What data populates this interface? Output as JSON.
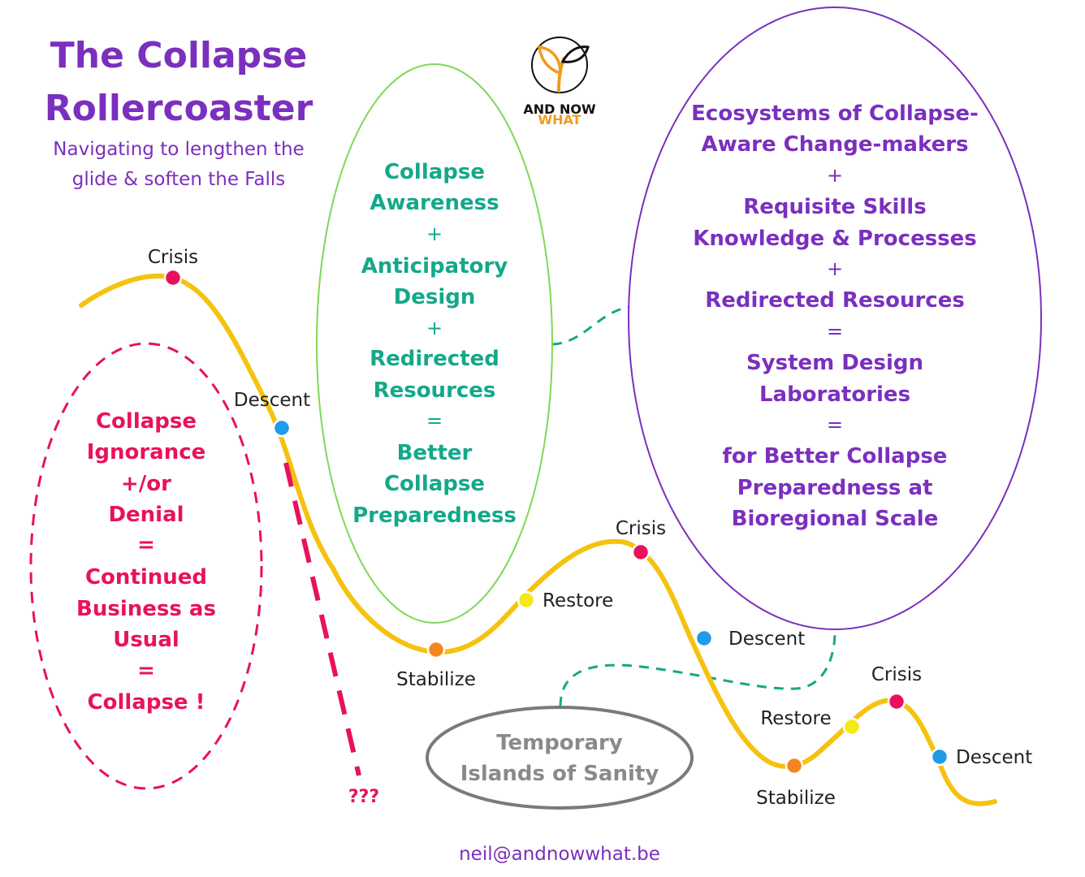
{
  "title": {
    "line1": "The Collapse",
    "line2": "Rollercoaster"
  },
  "subtitle": {
    "line1": "Navigating to lengthen the",
    "line2": "glide & soften the Falls"
  },
  "logo": {
    "icon": "sprout-icon",
    "line1": "AND NOW",
    "line2": "WHAT"
  },
  "green_ellipse": {
    "lines": [
      "Collapse",
      "Awareness",
      "+",
      "Anticipatory",
      "Design",
      "+",
      "Redirected",
      "Resources",
      "=",
      "Better",
      "Collapse",
      "Preparedness"
    ]
  },
  "purple_ellipse": {
    "lines": [
      "Ecosystems of Collapse-",
      "Aware Change-makers",
      "+",
      "Requisite Skills",
      "Knowledge & Processes",
      "+",
      "Redirected Resources",
      "=",
      "System Design",
      "Laboratories",
      "=",
      "for Better Collapse",
      "Preparedness at",
      "Bioregional Scale"
    ]
  },
  "pink_ellipse": {
    "lines": [
      "Collapse",
      "Ignorance",
      "+/or",
      "Denial",
      "=",
      "Continued",
      "Business as",
      "Usual",
      "=",
      "Collapse !"
    ]
  },
  "gray_ellipse": {
    "line1": "Temporary",
    "line2": "Islands of Sanity"
  },
  "stages": {
    "crisis1": "Crisis",
    "descent1": "Descent",
    "stabilize1": "Stabilize",
    "restore1": "Restore",
    "crisis2": "Crisis",
    "descent2": "Descent",
    "restore2": "Restore",
    "stabilize2": "Stabilize",
    "crisis3": "Crisis",
    "descent3": "Descent"
  },
  "unknown_end": "???",
  "email": "neil@andnowwhat.be",
  "colors": {
    "track": "#f5c20f",
    "crisis": "#e8125c",
    "descent": "#1e9be9",
    "stabilize": "#f5861f",
    "restore": "#f5ea16",
    "green": "#14a88a",
    "green_outline": "#7ed957",
    "purple": "#7b2fbe",
    "pink": "#e8125c",
    "gray": "#7a7a7a"
  }
}
